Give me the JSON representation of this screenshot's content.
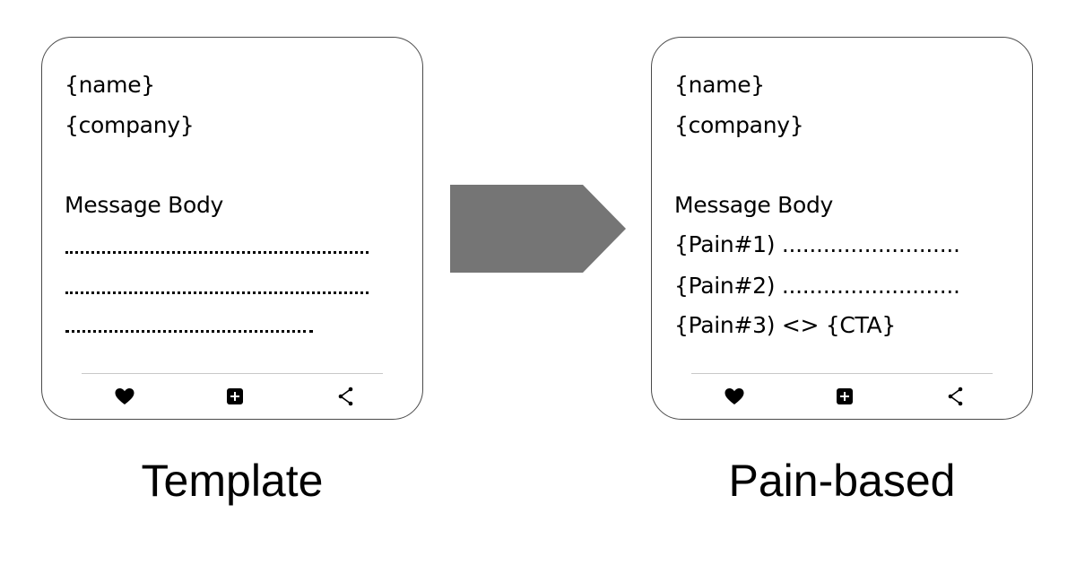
{
  "template_card": {
    "line1": "{name}",
    "line2": "{company}",
    "line3": "Message Body"
  },
  "pain_card": {
    "line1": "{name}",
    "line2": "{company}",
    "line3": "Message Body",
    "line4": "{Pain#1) ..........................",
    "line5": "{Pain#2) ..........................",
    "line6": "{Pain#3) <> {CTA}"
  },
  "card_actions": {
    "icons": [
      "heart-icon",
      "plus-square-icon",
      "share-icon"
    ]
  },
  "arrow": {
    "icon": "arrow-right-icon",
    "color": "#757575"
  },
  "captions": {
    "left": "Template",
    "right": "Pain-based"
  }
}
